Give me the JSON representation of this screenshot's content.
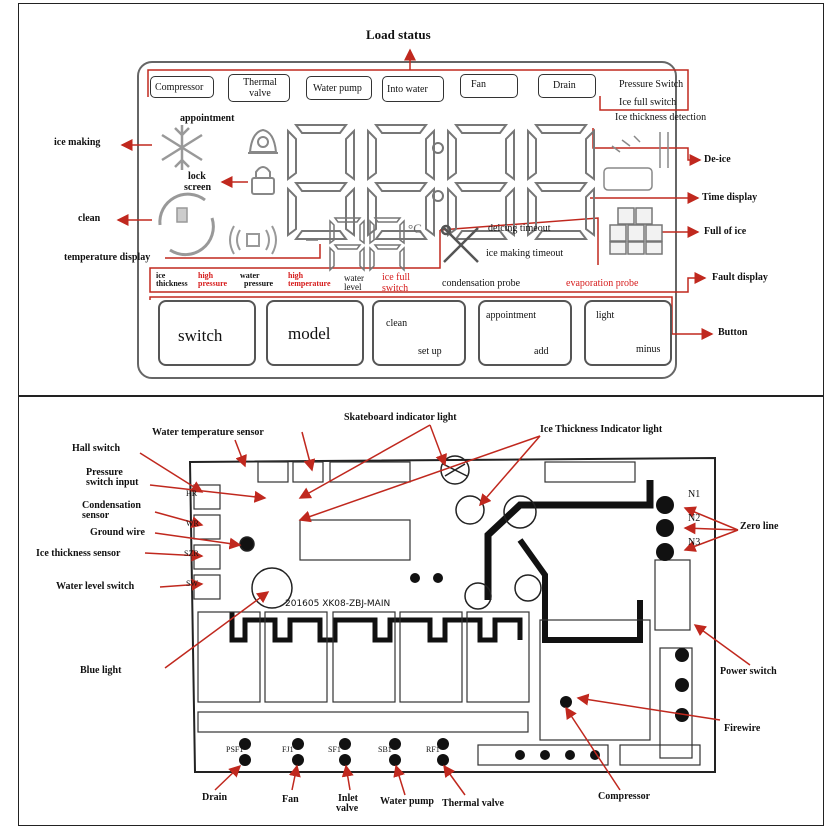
{
  "lcd": {
    "load_status": "Load status",
    "load_buttons": [
      "Compressor",
      "Thermal valve",
      "Water pump",
      "Into water",
      "Fan",
      "Drain"
    ],
    "right_labels": {
      "pressure_switch": "Pressure Switch",
      "ice_full_switch": "Ice full switch",
      "ice_thickness_detection": "Ice thickness detection"
    },
    "left_labels": {
      "ice_making": "ice making",
      "appointment": "appointment",
      "lock_screen_1": "lock",
      "lock_screen_2": "screen",
      "clean": "clean",
      "temperature_display": "temperature display",
      "celsius": "°C"
    },
    "right_callouts": {
      "de_ice": "De-ice",
      "time_display": "Time display",
      "full_of_ice": "Full of ice",
      "fault_display": "Fault display",
      "button": "Button"
    },
    "timeouts": {
      "deicing": "deicing timeout",
      "ice_making": "ice making timeout"
    },
    "fault_row": [
      {
        "line1": "ice",
        "line2": "thickness",
        "red": false
      },
      {
        "line1": "high",
        "line2": "pressure",
        "red": true
      },
      {
        "line1": "water",
        "line2": "pressure",
        "red": false
      },
      {
        "line1": "high",
        "line2": "temperature",
        "red": true
      },
      {
        "line1": "water",
        "line2": "level",
        "red": false
      },
      {
        "line1": "ice full",
        "line2": "switch",
        "red": true
      },
      {
        "line1": "condensation probe",
        "line2": "",
        "red": false
      },
      {
        "line1": "evaporation probe",
        "line2": "",
        "red": true
      }
    ],
    "bottom_buttons": {
      "switch": "switch",
      "model": "model",
      "clean": "clean",
      "set_up": "set up",
      "appointment": "appointment",
      "add": "add",
      "light": "light",
      "minus": "minus"
    }
  },
  "pcb": {
    "board_name": "201605   XK08-ZBJ-MAIN",
    "labels": {
      "skateboard_indicator": "Skateboard indicator light",
      "water_temp_sensor": "Water temperature sensor",
      "ice_thickness_indicator": "Ice Thickness Indicator light",
      "hall_switch": "Hall switch",
      "pressure_switch_input_1": "Pressure",
      "pressure_switch_input_2": "switch input",
      "condensation_sensor_1": "Condensation",
      "condensation_sensor_2": "sensor",
      "ground_wire": "Ground wire",
      "ice_thickness_sensor": "Ice thickness sensor",
      "water_level_switch": "Water level switch",
      "zero_line": "Zero line",
      "blue_light": "Blue light",
      "power_switch": "Power switch",
      "firewire": "Firewire",
      "drain": "Drain",
      "fan": "Fan",
      "inlet_valve_1": "Inlet",
      "inlet_valve_2": "valve",
      "water_pump": "Water pump",
      "thermal_valve": "Thermal valve",
      "compressor": "Compressor"
    },
    "silk": {
      "n1": "N1",
      "n2": "N2",
      "n3": "N3",
      "hr": "HR",
      "wr": "WR",
      "szr": "SZR",
      "sw": "SW",
      "psf1": "PSF1",
      "fj1": "FJ1",
      "sf1": "SF1",
      "sb1": "SB1",
      "rf1": "RF1"
    }
  },
  "colors": {
    "callout": "#c0281e",
    "ink": "#222222",
    "red_text": "#d61c1c"
  }
}
